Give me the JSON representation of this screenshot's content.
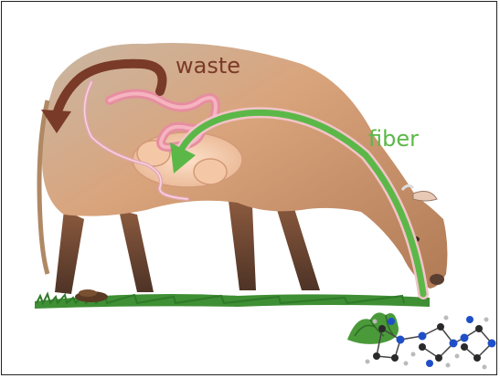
{
  "labels": {
    "waste": "waste",
    "fiber": "fiber"
  },
  "colors": {
    "waste": "#7a3a28",
    "fiber": "#5bb848",
    "cow_body": "#d2a27c",
    "cow_shadow": "#8a5a3c",
    "intestine": "#e68ea0",
    "stomach": "#f0c6a8",
    "grass": "#3f8f34",
    "molecule_carbon": "#2a2a2a",
    "molecule_oxygen": "#1f4fc8"
  },
  "icons": {
    "waste_arrow": "curved-arrow-left",
    "fiber_arrow": "curved-arrow-into-gut",
    "dung": "dung-pile",
    "fiber_plant": "leafy-plant",
    "fiber_molecules": "cellulose-molecule-chain"
  }
}
